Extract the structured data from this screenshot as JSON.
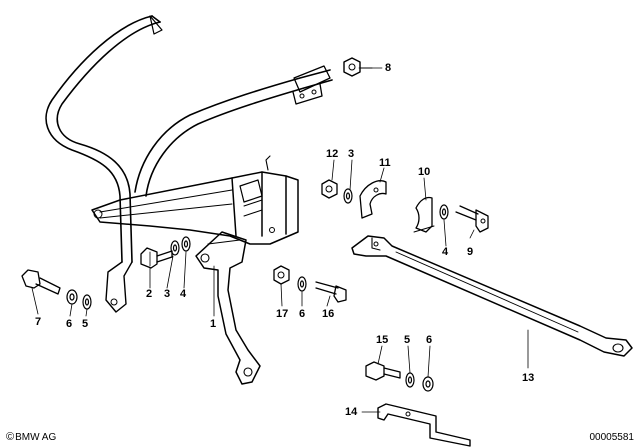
{
  "diagram": {
    "callouts": [
      {
        "id": "c8",
        "label": "8"
      },
      {
        "id": "c12",
        "label": "12"
      },
      {
        "id": "c3a",
        "label": "3"
      },
      {
        "id": "c11",
        "label": "11"
      },
      {
        "id": "c10",
        "label": "10"
      },
      {
        "id": "c4a",
        "label": "4"
      },
      {
        "id": "c9",
        "label": "9"
      },
      {
        "id": "c2",
        "label": "2"
      },
      {
        "id": "c3b",
        "label": "3"
      },
      {
        "id": "c4b",
        "label": "4"
      },
      {
        "id": "c7",
        "label": "7"
      },
      {
        "id": "c6a",
        "label": "6"
      },
      {
        "id": "c5a",
        "label": "5"
      },
      {
        "id": "c1",
        "label": "1"
      },
      {
        "id": "c17",
        "label": "17"
      },
      {
        "id": "c6b",
        "label": "6"
      },
      {
        "id": "c16",
        "label": "16"
      },
      {
        "id": "c15",
        "label": "15"
      },
      {
        "id": "c5b",
        "label": "5"
      },
      {
        "id": "c6c",
        "label": "6"
      },
      {
        "id": "c13",
        "label": "13"
      },
      {
        "id": "c14",
        "label": "14"
      }
    ]
  },
  "footer": {
    "brand": "BMW AG",
    "copyright_symbol": "©",
    "image_number": "00005581"
  }
}
